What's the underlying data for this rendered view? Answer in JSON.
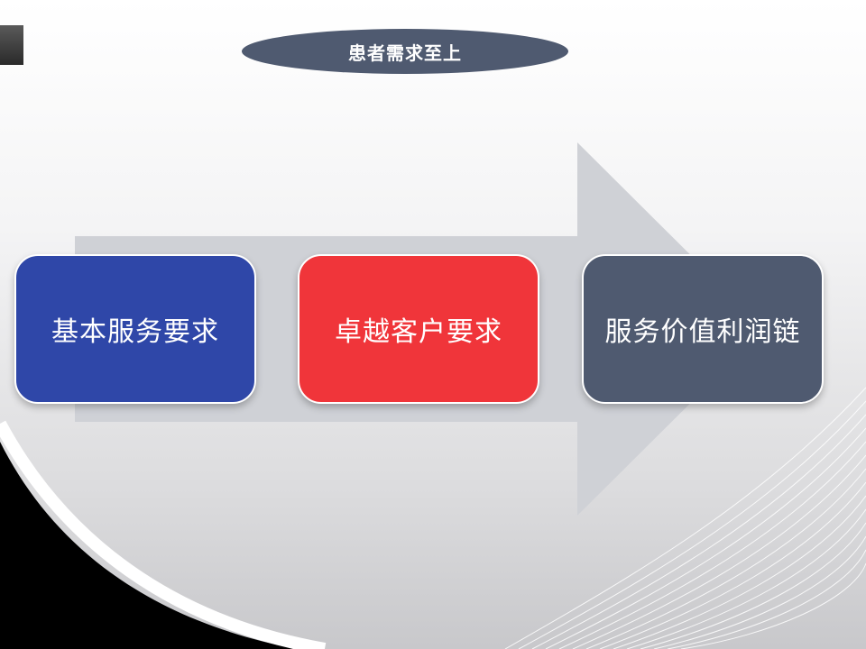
{
  "title": "患者需求至上",
  "steps": [
    {
      "label": "基本服务要求",
      "color": "#2f47a8"
    },
    {
      "label": "卓越客户要求",
      "color": "#f0353a"
    },
    {
      "label": "服务价值利润链",
      "color": "#4f5a70"
    }
  ],
  "colors": {
    "title_pill": "#4f5a70",
    "arrow": "#cfd1d6",
    "corner": "#000000"
  }
}
